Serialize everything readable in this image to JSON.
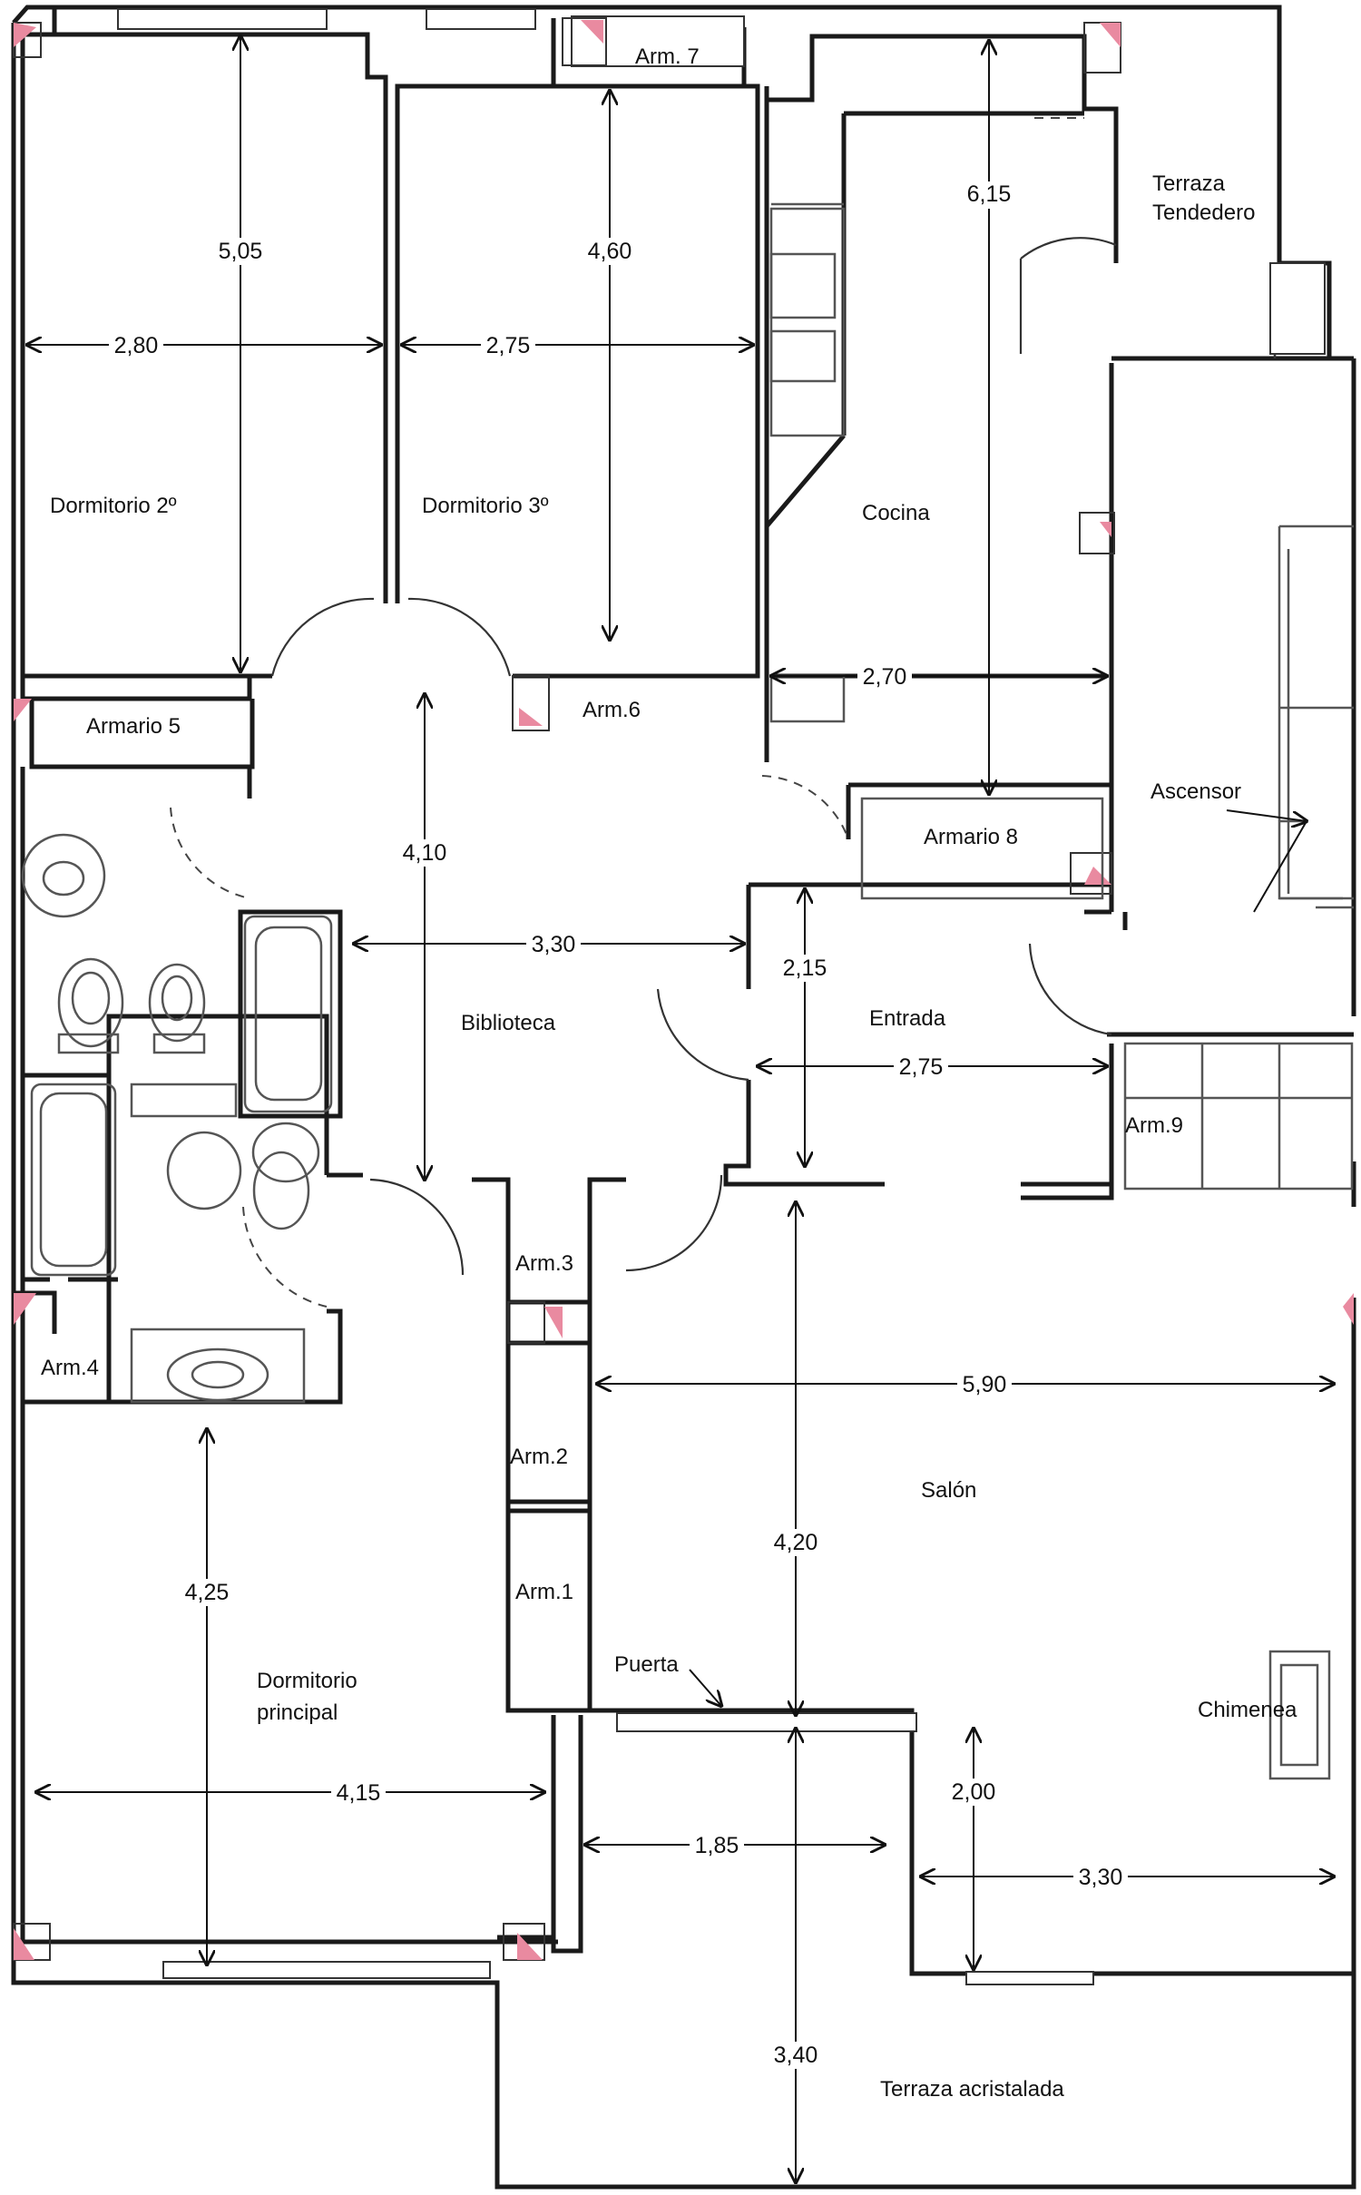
{
  "rooms": {
    "dormitorio2": "Dormitorio 2º",
    "dormitorio3": "Dormitorio 3º",
    "arm7": "Arm. 7",
    "cocina": "Cocina",
    "terraza_tendedero_1": "Terraza",
    "terraza_tendedero_2": "Tendedero",
    "armario5": "Armario 5",
    "arm6": "Arm.6",
    "armario8": "Armario 8",
    "ascensor": "Ascensor",
    "biblioteca": "Biblioteca",
    "entrada": "Entrada",
    "arm9": "Arm.9",
    "arm3": "Arm.3",
    "arm4": "Arm.4",
    "arm2": "Arm.2",
    "arm1": "Arm.1",
    "salon": "Salón",
    "puerta": "Puerta",
    "chimenea": "Chimenea",
    "dormitorio_principal_1": "Dormitorio",
    "dormitorio_principal_2": "principal",
    "terraza_acristalada": "Terraza acristalada"
  },
  "dimensions": {
    "dorm2_length": "5,05",
    "dorm2_width": "2,80",
    "dorm3_length": "4,60",
    "dorm3_width": "2,75",
    "cocina_length": "6,15",
    "cocina_width": "2,70",
    "biblioteca_length": "4,10",
    "biblioteca_width": "3,30",
    "entrada_length": "2,15",
    "entrada_width": "2,75",
    "salon_width": "5,90",
    "salon_length": "4,20",
    "dorm_principal_length": "4,25",
    "dorm_principal_width": "4,15",
    "terraza_width": "1,85",
    "terraza_depth": "3,40",
    "salon_bay_length": "2,00",
    "salon_bay_width": "3,30"
  },
  "colors": {
    "column_marker": "#e98aa0",
    "walls": "#1a1a1a",
    "fixtures": "#555555"
  }
}
